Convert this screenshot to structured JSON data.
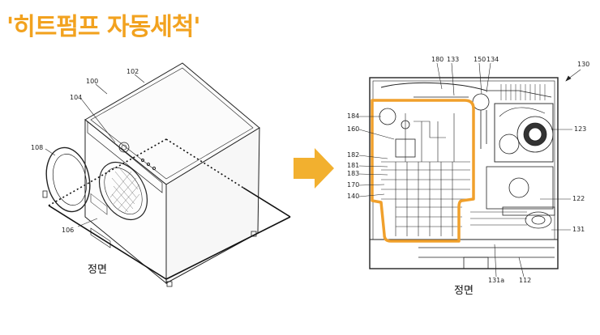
{
  "title": "'히트펌프 자동세척'",
  "colors": {
    "title": "#f2a21f",
    "arrow": "#f2b02f",
    "highlight": "#f0a02c"
  },
  "left_figure": {
    "caption": "정면",
    "labels": {
      "l100": "100",
      "l102": "102",
      "l104": "104",
      "l108": "108",
      "l106": "106"
    }
  },
  "arrow_icon": "right-arrow-icon",
  "right_figure": {
    "caption": "정면",
    "labels": {
      "l180": "180",
      "l133": "133",
      "l150": "150",
      "l134": "134",
      "l130": "130",
      "l184": "184",
      "l160": "160",
      "l123": "123",
      "l182": "182",
      "l181": "181",
      "l183": "183",
      "l170": "170",
      "l140": "140",
      "l122": "122",
      "l131": "131",
      "l131a": "131a",
      "l112": "112"
    }
  }
}
